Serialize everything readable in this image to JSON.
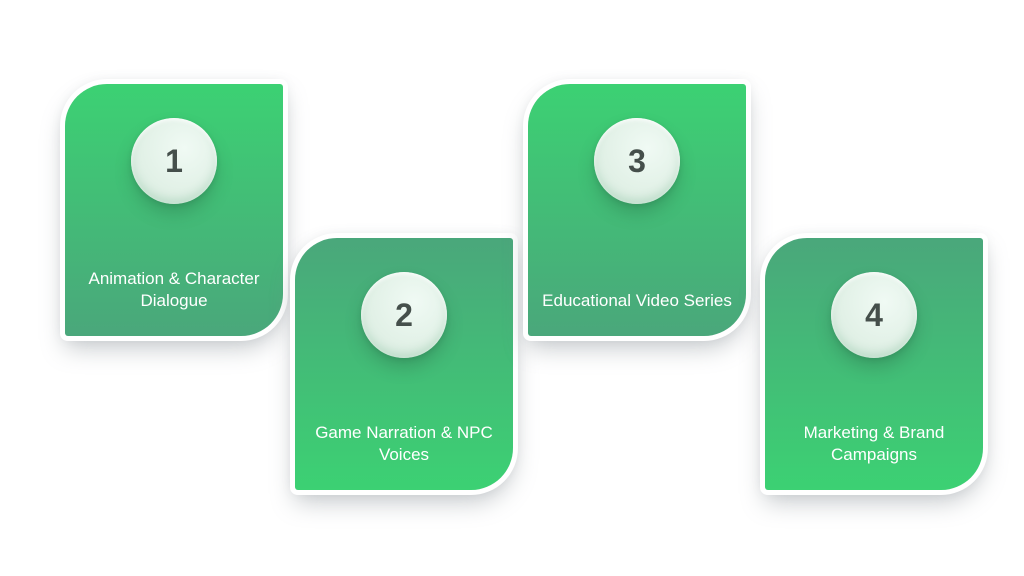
{
  "colors": {
    "background": "#ffffff",
    "card-green-bright": "#3cd173",
    "card-green-muted": "#4aa77b",
    "card-ring": "#ffffff",
    "circle-mint": "#e2f1e7",
    "number-text": "#454f4b",
    "label-text": "#ffffff"
  },
  "steps": [
    {
      "number": "1",
      "label": "Animation & Character Dialogue"
    },
    {
      "number": "2",
      "label": "Game Narration & NPC Voices"
    },
    {
      "number": "3",
      "label": "Educational Video Series"
    },
    {
      "number": "4",
      "label": "Marketing & Brand Campaigns"
    }
  ]
}
